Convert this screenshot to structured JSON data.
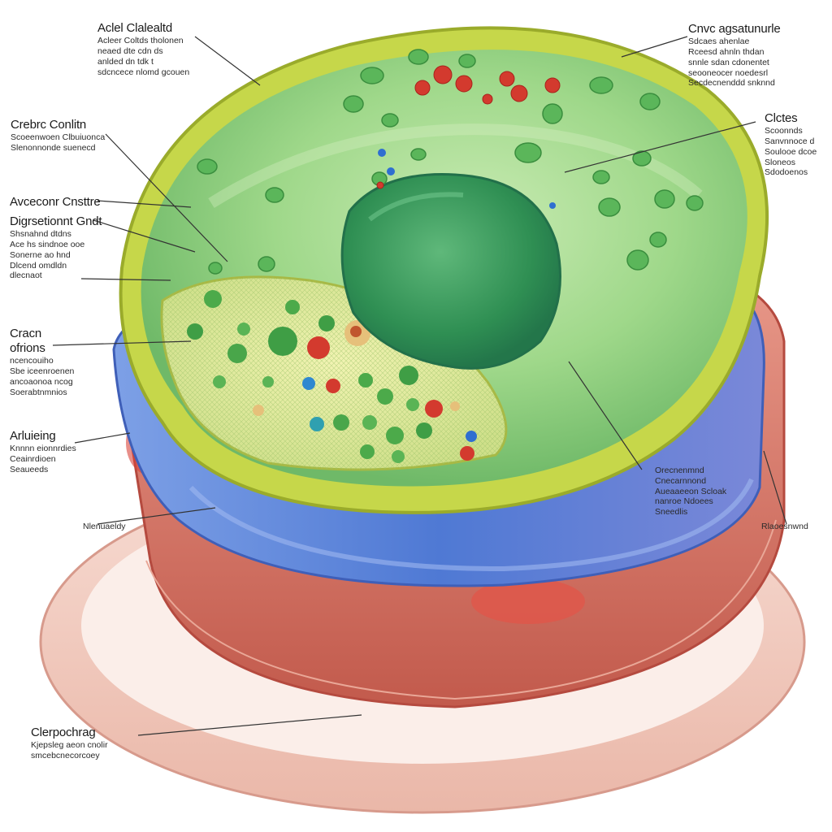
{
  "labels": {
    "top_left": {
      "title": "Aclel Clalealtd",
      "lines": [
        "Acleer Coltds tholonen",
        "neaed dte cdn ds",
        "anlded dn tdk t",
        "sdcncece nlomd gcouen"
      ]
    },
    "top_right": {
      "title": "Cnvc agsatunurle",
      "lines": [
        "Sdcaes ahenlae",
        "Rceesd ahnln thdan",
        "snnle sdan cdonentet",
        "seooneocer noedesrl",
        "Secdecnenddd snknnd"
      ]
    },
    "left_1": {
      "title": "Crebrc Conlitn",
      "lines": [
        "Scoeenwoen Clbuiuonca",
        "Slenonnonde suenecd"
      ]
    },
    "right_1": {
      "title": "Clctes",
      "lines": [
        "Scoonnds",
        "Sanvnnoce d",
        "Soulooe dcoe",
        "Sloneos",
        "Sdodoenos"
      ]
    },
    "left_2": {
      "title": "Avceconr Cnsttre",
      "lines": []
    },
    "left_3": {
      "title": "Digrsetionnt Gndt",
      "lines": [
        "Shsnahnd dtdns",
        "Ace hs sindnoe ooe",
        "Sonerne ao hnd",
        "Dlcend omdldn",
        "dlecnaot"
      ]
    },
    "left_4": {
      "title": "Cracn",
      "lines": []
    },
    "left_5": {
      "title": "ofrions",
      "lines": [
        "ncencouiho",
        "Sbe iceenroenen",
        "ancoaonoa ncog",
        "Soerabtnmnios"
      ]
    },
    "left_6": {
      "title": "Arluieing",
      "lines": [
        "Knnnn eionnrdies",
        "Ceainrdioen",
        "Seaueeds"
      ]
    },
    "mid_right": {
      "title": "",
      "lines": [
        "Orecnenmnd",
        "Cnecarnnond",
        "Aueaaeeon Scloak",
        "nanroe Ndoees",
        "Sneedlis"
      ]
    },
    "left_7": {
      "title": "",
      "lines": [
        "Nlenuaeldy"
      ]
    },
    "right_2": {
      "title": "",
      "lines": [
        "Rlaoesnwnd"
      ]
    },
    "bottom_left": {
      "title": "Clerpochrag",
      "lines": [
        "Kjepsleg aeon cnolir",
        "smcebcnecorcoey"
      ]
    }
  },
  "colors": {
    "cell_green": "#8fcf7a",
    "wall_yellow": "#c8d94a",
    "nucleus_green": "#3f9a5a",
    "membrane_blue": "#5f86d8",
    "tissue_red": "#d36a5a",
    "granule_red": "#c8302a"
  }
}
